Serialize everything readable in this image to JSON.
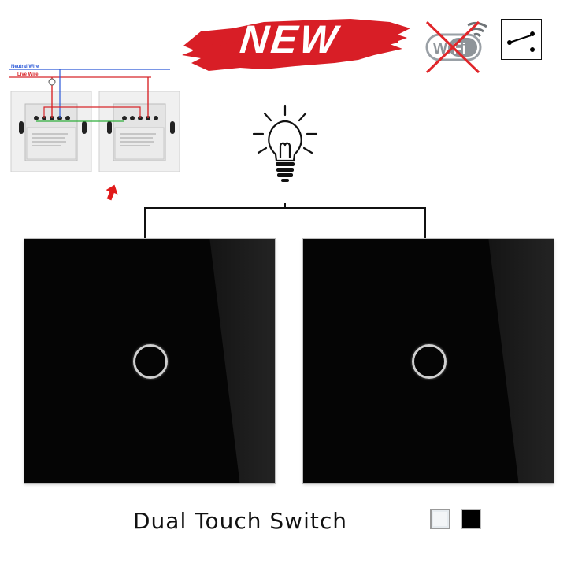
{
  "badge": {
    "new_text": "NEW",
    "new_color": "#d81e26",
    "wifi_text": "WiFi",
    "wifi_icon": "wifi-crossed-out-icon",
    "switch_icon": "two-way-switch-icon"
  },
  "wiring": {
    "neutral_label": "Neutral Wire",
    "live_label": "Live Wire",
    "neutral_color": "#2a58d8",
    "live_color": "#d8262a",
    "arrow_icon": "red-arrow-up-icon"
  },
  "product": {
    "title": "Dual Touch Switch",
    "panel_color": "#050505",
    "color_options": [
      {
        "name": "white",
        "hex": "#f3f5f7"
      },
      {
        "name": "black",
        "hex": "#000000"
      }
    ]
  }
}
